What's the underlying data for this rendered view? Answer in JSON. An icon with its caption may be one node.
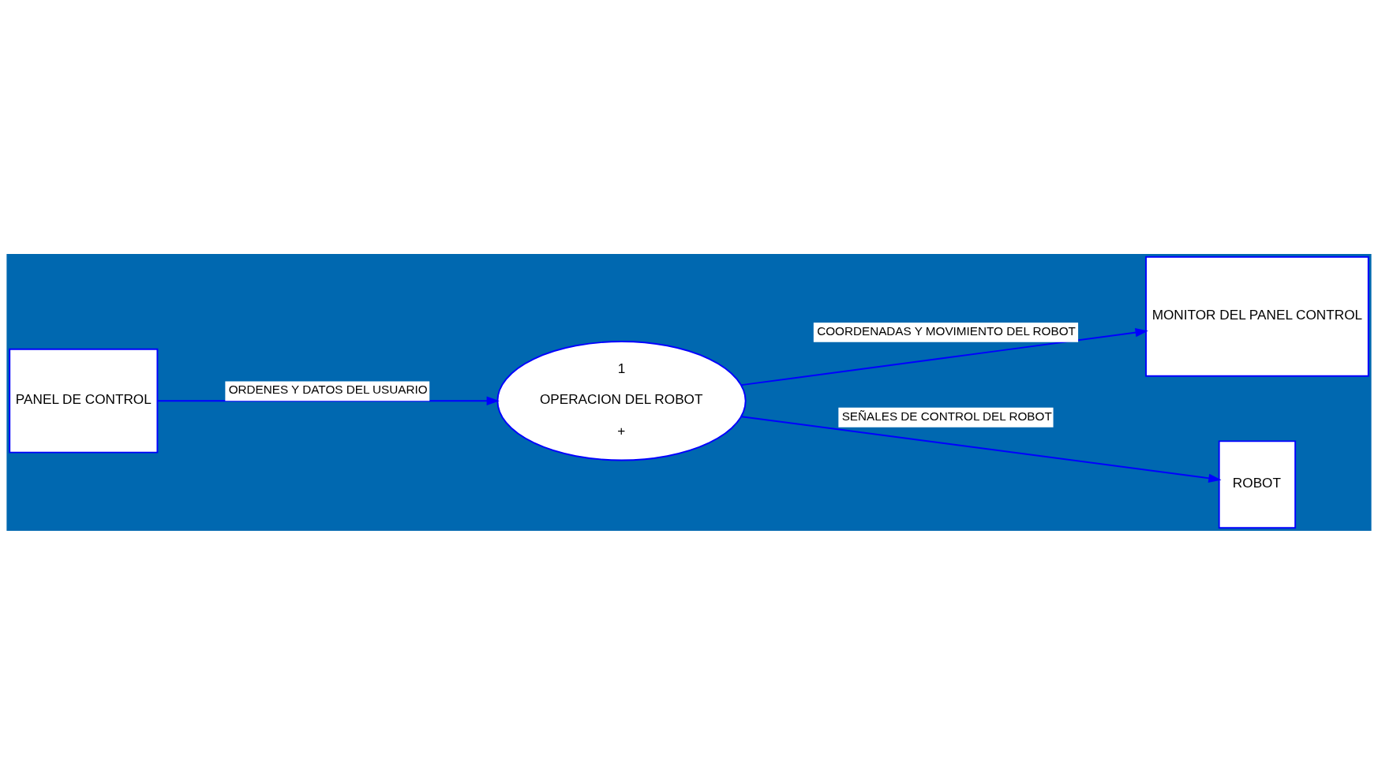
{
  "diagram": {
    "nodes": [
      {
        "text": [
          "PANEL DE CONTROL"
        ]
      },
      {
        "text": [
          "1",
          "OPERACION DEL ROBOT",
          "+"
        ]
      },
      {
        "text": [
          "MONITOR DEL PANEL CONTROL"
        ]
      },
      {
        "text": [
          "ROBOT"
        ]
      }
    ],
    "edges": [
      {
        "from": 0,
        "to": 1,
        "arrow": "to",
        "label": "ORDENES Y DATOS DEL USUARIO"
      },
      {
        "from": 1,
        "to": 2,
        "arrow": "to",
        "label": "COORDENADAS Y MOVIMIENTO DEL ROBOT"
      },
      {
        "from": 1,
        "to": 3,
        "arrow": "to",
        "label": "SEÑALES DE CONTROL DEL ROBOT"
      }
    ]
  }
}
